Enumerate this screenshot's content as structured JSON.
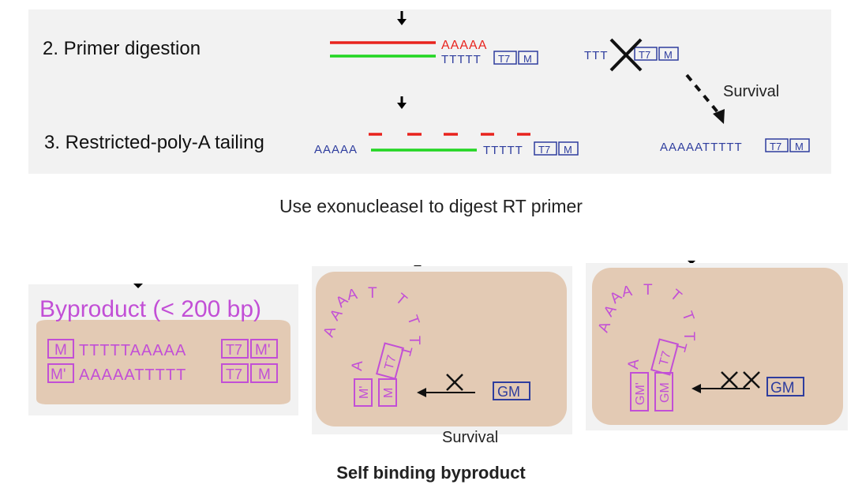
{
  "top": {
    "step2_label": "2. Primer digestion",
    "step3_label": "3. Restricted-poly-A tailing",
    "survival_label": "Survival",
    "poly_a": "AAAAA",
    "poly_t": "TTTTT",
    "poly_t_partial": "TTT",
    "tag_t7": "T7",
    "tag_m": "M",
    "step3_right_seq": "AAAAATTTTT"
  },
  "captions": {
    "exonuclease": "Use exonucleaseI to digest RT primer",
    "self_binding": "Self binding byproduct"
  },
  "byproduct": {
    "title": "Byproduct (< 200 bp)",
    "row1_tag_m": "M",
    "row1_seq": "TTTTTAAAAA",
    "row1_tag_t7": "T7",
    "row1_tag_mp": "M'",
    "row2_tag_mp": "M'",
    "row2_seq": "AAAAATTTTT",
    "row2_tag_t7": "T7",
    "row2_tag_m": "M"
  },
  "loops": {
    "loop_letters_1": [
      "A",
      "A",
      "A",
      "A",
      "A",
      "T",
      "T",
      "T",
      "T",
      "T"
    ],
    "loop_letters_2": [
      "A",
      "A",
      "A",
      "A",
      "A",
      "T",
      "T",
      "T",
      "T",
      "T"
    ],
    "gm_label": "GM",
    "gm_prime_label": "GM'",
    "m_label": "M",
    "m_prime_label": "M'",
    "t7_label": "T7",
    "cross_single": "X",
    "cross_double": "XX",
    "survival_partial": "Survival"
  },
  "colors": {
    "red_strand": "#e8231d",
    "green_strand": "#22d622",
    "blue_seq": "#2e3d9e",
    "purple": "#c24fd6",
    "tan_bg": "#e3cab4",
    "panel_bg": "#f2f2f2"
  }
}
